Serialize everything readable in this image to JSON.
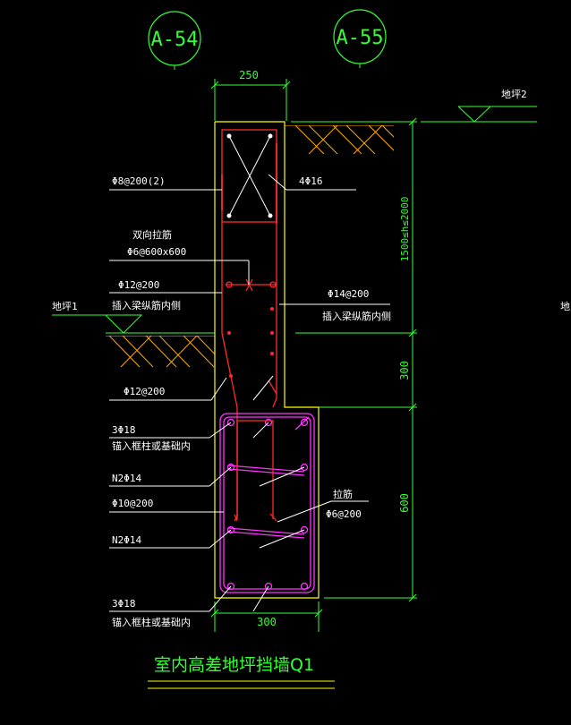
{
  "axes": {
    "left": "A-54",
    "right": "A-55"
  },
  "dimensions": {
    "top_width": "250",
    "bottom_width": "300",
    "height_upper": "1500≤h≤2000",
    "height_mid": "300",
    "height_lower": "600"
  },
  "levels": {
    "right": "地坪2",
    "left": "地坪1"
  },
  "labels": {
    "stirrup": "Φ8@200(2)",
    "corner_bars": "4Φ16",
    "tie_title": "双向拉筋",
    "tie_spec": "Φ6@600x600",
    "left_bars_spec": "Φ12@200",
    "left_bars_note": "插入梁纵筋内侧",
    "right_bars_spec": "Φ14@200",
    "right_bars_note": "插入梁纵筋内侧",
    "lower_left_bars": "Φ12@200",
    "top_bars_spec": "3Φ18",
    "top_bars_note": "锚入框柱或基础内",
    "side_bars_1": "N2Φ14",
    "beam_stirrup": "Φ10@200",
    "side_bars_2": "N2Φ14",
    "bottom_bars_spec": "3Φ18",
    "bottom_bars_note": "锚入框柱或基础内",
    "beam_tie_title": "拉筋",
    "beam_tie_spec": "Φ6@200"
  },
  "title": "室内高差地坪挡墙Q1",
  "colors": {
    "background": "#000000",
    "dimension": "#33ff33",
    "outline": "#ffff00",
    "rebar": "#ff2a2a",
    "stirrup_beam": "#ff33ff",
    "text": "#ffffff",
    "earth": "#ffaa00"
  }
}
